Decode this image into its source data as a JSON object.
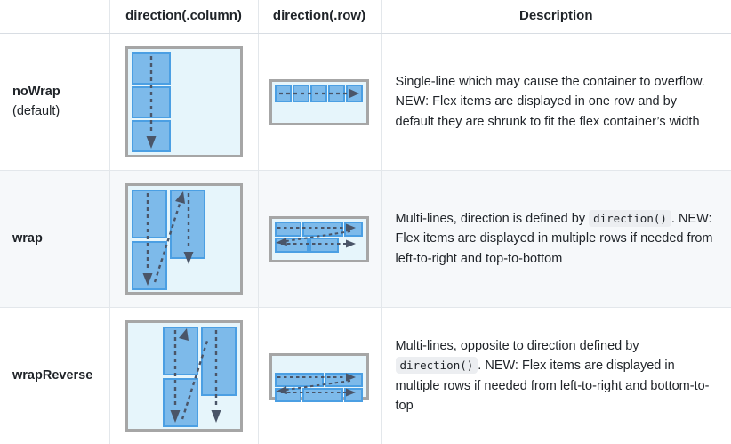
{
  "table": {
    "headers": {
      "name": "",
      "column": "direction(.column)",
      "row": "direction(.row)",
      "description": "Description"
    },
    "rows": [
      {
        "name": "noWrap",
        "name_sub": "(default)",
        "description_parts": [
          {
            "type": "text",
            "value": "Single-line which may cause the container to overflow. NEW: Flex items are displayed in one row and by default they are shrunk to fit the flex container’s width"
          }
        ],
        "column_diagram": {
          "alt": "three flex items stacked in a single column on the left with a dashed arrow pointing down",
          "items": 3,
          "lines": 1,
          "align": "start"
        },
        "row_diagram": {
          "alt": "five flex items in a single row at the top with a dashed arrow pointing right",
          "items": 5,
          "lines": 1,
          "align": "start"
        }
      },
      {
        "name": "wrap",
        "name_sub": "",
        "description_parts": [
          {
            "type": "text",
            "value": "Multi-lines, direction is defined by "
          },
          {
            "type": "code",
            "value": "direction()"
          },
          {
            "type": "text",
            "value": ". NEW: Flex items are displayed in multiple rows if needed from left-to-right and top-to-bottom"
          }
        ],
        "column_diagram": {
          "alt": "two flex items in the first column and one in the second column, dashed arrows wrapping from left column to right column",
          "items": 3,
          "lines": 2,
          "align": "start"
        },
        "row_diagram": {
          "alt": "three flex items in the top row and two in the second row, dashed arrows wrapping left-to-right top-to-bottom",
          "items": 5,
          "lines": 2,
          "align": "start"
        }
      },
      {
        "name": "wrapReverse",
        "name_sub": "",
        "description_parts": [
          {
            "type": "text",
            "value": "Multi-lines, opposite to direction defined by "
          },
          {
            "type": "code",
            "value": "direction()"
          },
          {
            "type": "text",
            "value": ". NEW: Flex items are displayed in multiple rows if needed from left-to-right and bottom-to-top"
          }
        ],
        "column_diagram": {
          "alt": "flex items aligned to the right side, first line in the inner column and second line in the outer column",
          "items": 3,
          "lines": 2,
          "align": "end"
        },
        "row_diagram": {
          "alt": "flex items aligned to the bottom, first line above second line, two items then three items",
          "items": 5,
          "lines": 2,
          "align": "end"
        }
      }
    ]
  },
  "colors": {
    "item_fill": "#7dbaea",
    "item_border": "#4b9fe3",
    "container_fill": "#e6f5fb",
    "container_border": "#a6a6a6",
    "arrow": "#4a5568",
    "row_stripe": "#f6f8fa",
    "grid_line": "#e3e7eb",
    "code_bg": "#eceef1",
    "text": "#1f2328"
  }
}
